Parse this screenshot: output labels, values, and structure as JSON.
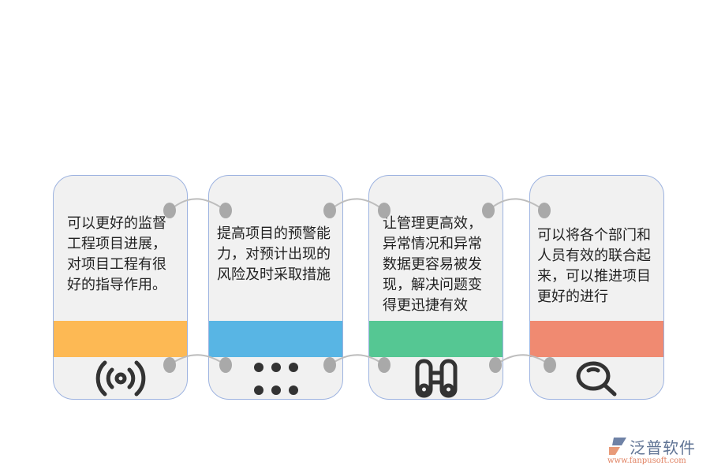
{
  "cards": [
    {
      "text": "可以更好的监督工程项目进展，对项目工程有很好的指导作用。",
      "color": "#fdb954",
      "icon": "broadcast-icon"
    },
    {
      "text": "提高项目的预警能力，对预计出现的风险及时采取措施",
      "color": "#58b5e4",
      "icon": "dots-grid-icon"
    },
    {
      "text": "让管理更高效，异常情况和异常数据更容易被发现，解决问题变得更迅捷有效",
      "color": "#55c793",
      "icon": "binoculars-icon"
    },
    {
      "text": "可以将各个部门和人员有效的联合起来，可以推进项目更好的进行",
      "color": "#f08a71",
      "icon": "search-icon"
    }
  ],
  "logo": {
    "name": "泛普软件",
    "url": "www.fanpusoft.com"
  }
}
